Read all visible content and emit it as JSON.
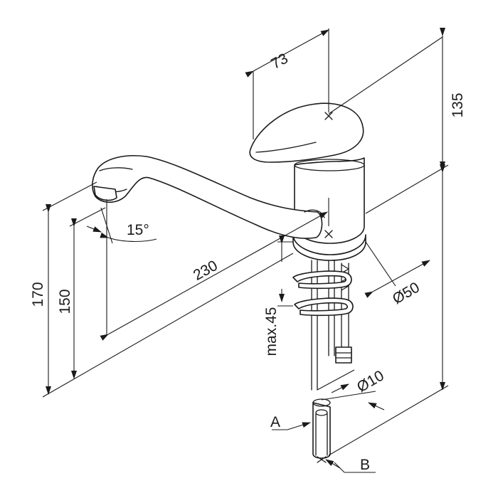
{
  "labels": {
    "d73": "73",
    "d135": "135",
    "d15": "15°",
    "d230": "230",
    "d170": "170",
    "d150": "150",
    "d50": "Ø50",
    "dmax45": "max.45",
    "d10": "Ø10",
    "a": "A",
    "b": "B"
  }
}
